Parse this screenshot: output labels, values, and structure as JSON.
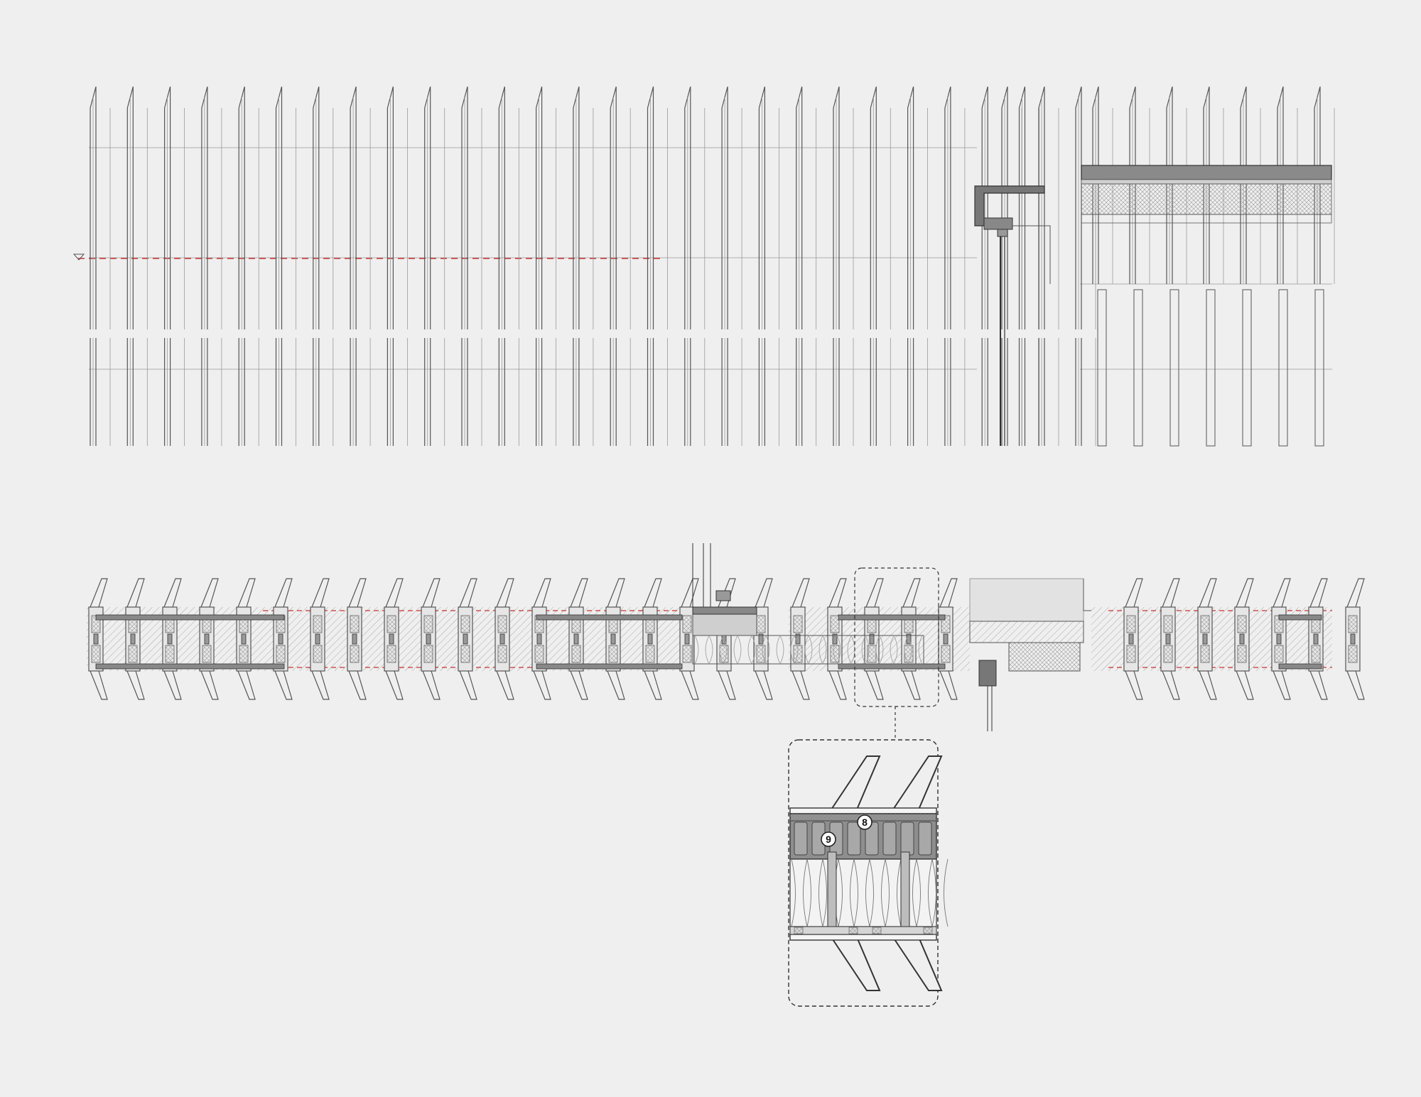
{
  "drawing": {
    "background_color": "#efefef",
    "line_color": "#555555",
    "light_line_color": "#9a9a9a",
    "accent_color": "#cc3333",
    "elevation": {
      "level_marker_icon": "level-triangle-icon",
      "fin_count_left": 26,
      "fin_count_mid": 6,
      "fin_count_right": 7
    },
    "plan_section": {
      "fin_count_left": 20,
      "fin_count_mid": 5,
      "fin_count_right": 6
    },
    "detail_callout": {
      "labels": [
        {
          "id": "9",
          "text": "9"
        },
        {
          "id": "8",
          "text": "8"
        }
      ]
    }
  }
}
